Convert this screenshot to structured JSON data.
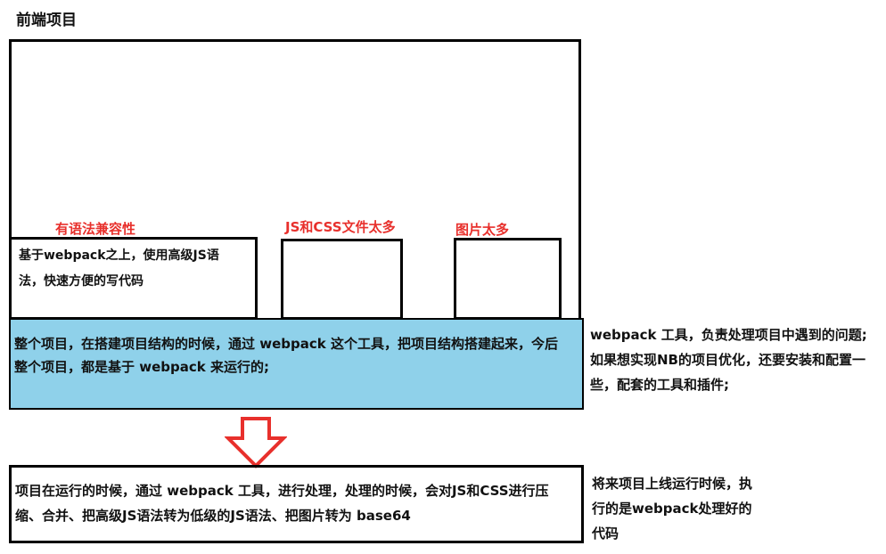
{
  "title": "前端项目",
  "labels": {
    "syntax": "有语法兼容性",
    "files": "JS和CSS文件太多",
    "images": "图片太多"
  },
  "box_syntax_text": [
    "基于webpack之上，使用高级JS语",
    "法，快速方便的写代码"
  ],
  "blue_band_text": [
    "整个项目，在搭建项目结构的时候，通过 webpack 这个工具，把项目结构搭建起来，今后",
    "整个项目，都是基于 webpack 来运行的;"
  ],
  "right_note": [
    "webpack 工具，负责处理项目中遇到的问题;",
    "如果想实现NB的项目优化，还要安装和配置一",
    "些，配套的工具和插件;"
  ],
  "bottom_box_text": [
    "项目在运行的时候，通过 webpack 工具，进行处理，处理的时候，会对JS和CSS进行压",
    "缩、合并、把高级JS语法转为低级的JS语法、把图片转为 base64"
  ],
  "bottom_note": [
    "将来项目上线运行时候，执",
    "行的是webpack处理好的",
    "代码"
  ],
  "colors": {
    "label_red": "#e8302c",
    "band_blue": "#8fd1ea",
    "arrow_red": "#e8302c"
  }
}
